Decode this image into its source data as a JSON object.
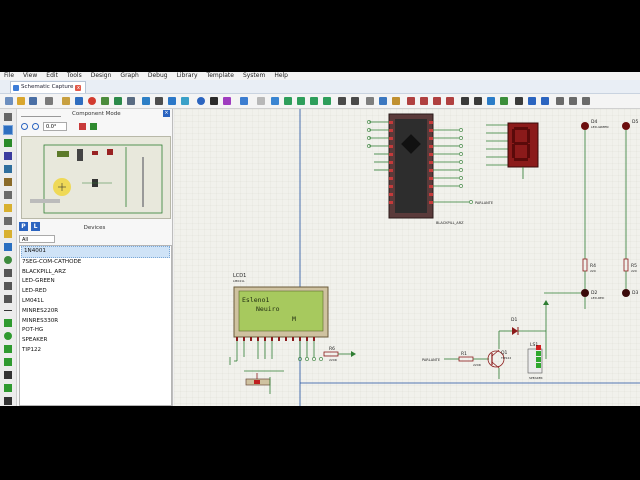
{
  "menubar": {
    "items": [
      "File",
      "View",
      "Edit",
      "Tools",
      "Design",
      "Graph",
      "Debug",
      "Library",
      "Template",
      "System",
      "Help"
    ]
  },
  "tab": {
    "label": "Schematic Capture",
    "close": "x"
  },
  "panel": {
    "mode_label": "Component Mode",
    "rotation": "0.0°",
    "device_tab_p": "P",
    "device_tab_l": "L",
    "devices_title": "Devices",
    "filter_value": "All",
    "devices": [
      "1N4001",
      "7SEG-COM-CATHODE",
      "BLACKPILL_ARZ",
      "LED-GREEN",
      "LED-RED",
      "LM041L",
      "MINRES220R",
      "MINRES330R",
      "POT-HG",
      "SPEAKER",
      "TIP122"
    ],
    "selected_index": 0
  },
  "schematic": {
    "lcd_ref": "LCD1",
    "lcd_part": "LM041L",
    "lcd_line1": "Esleno1",
    "lcd_line2": "Neuiro",
    "lcd_line3": "M",
    "mcu_label": "BLACKPILL_ARZ",
    "mcu_net": "PARLANTE",
    "d4": "D4",
    "d4_val": "LED-GREEN",
    "d5": "D5",
    "r4": "R4",
    "r4_val": "220",
    "r5": "R5",
    "r5_val": "220",
    "d2": "D2",
    "d2_val": "LED-RED",
    "d3": "D3",
    "d1": "D1",
    "r1": "R1",
    "r1_val": "220R",
    "q1": "Q1",
    "q1_val": "TIP122",
    "ls1": "LS1",
    "ls1_val": "SPEAKER",
    "r6": "R6",
    "r6_val": "220R",
    "net_parlante": "PARLANTE"
  },
  "colors": {
    "accent": "#3d7dd8",
    "grid": "#dcdcd2",
    "wire": "#2e7d32",
    "component": "#8b1a1a",
    "lcd_green": "#a7c95e"
  }
}
